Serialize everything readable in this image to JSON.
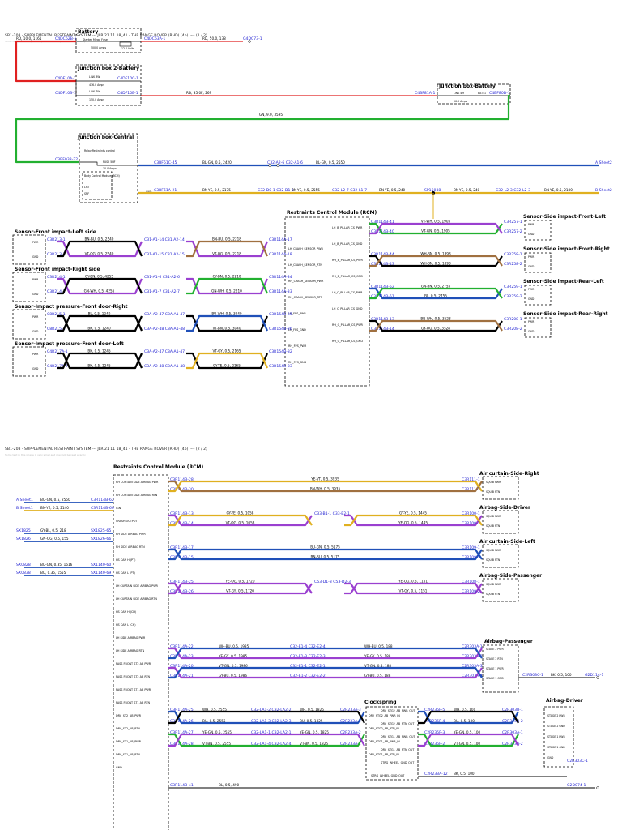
{
  "header_page1": "SB1-208 - SUPPLEMENTAL RESTRAINT SYSTEM --- JLR 21 11 18_41 - THE RANGE ROVER (RHD) (4b) ---- (1 / 2)",
  "header_page2": "SB1-208 - SUPPLEMENTAL RESTRAINT SYSTEM --- JLR 21 11 18_41 - THE RANGE ROVER (RHD) (4b) ---- (2 / 2)",
  "sub_header": "Some text in this image is very small and may not be read exactly",
  "colors": {
    "red": "#e02020",
    "green": "#22b030",
    "blue": "#2050b8",
    "yellow": "#e0b020",
    "purple": "#9a40d0",
    "brown": "#a07040",
    "black": "#000000",
    "accent_pin": "#1a1ad0",
    "border": "#000000"
  },
  "page1": {
    "battery": {
      "title": "Battery",
      "fuse_label": "Starter Mega Fuse",
      "fuse_rating": "500.0 Amps",
      "volts": "12.0 Volts",
      "pin_left": "C4DC62B-1",
      "pin_right": "C4DC63A-1",
      "wire_left": "RD, 10.0, 1161",
      "wire_right": "RD, 50.0, 138",
      "end_pin": "G4DC73-1"
    },
    "jb2": {
      "title": "Junction box 2-Battery",
      "link1": "LINK 3W",
      "link1_rating": "416.0 Amps",
      "link2": "LINK 7W",
      "link2_rating": "150.0 Amps",
      "pin_a": "C4DF10A-1",
      "pin_b": "C4DF10C-1",
      "pin_c": "C4DF10B-1",
      "pin_d": "C4DF10E-1",
      "wire": "RD, 35.0F, 269"
    },
    "jbb": {
      "title": "Junction box-Battery",
      "pin_in": "C4BF81A-1",
      "link": "LINK 4M",
      "rating": "56.0 Amps",
      "batt": "BATT1",
      "pin_out": "C4BF80D-1",
      "wire_green": "GN, 9.0, 3595"
    },
    "jbc": {
      "title": "Junction box-Central",
      "relay": "Relay-Restraints control",
      "pin_in": "C3BF033-22",
      "fuse": "FUSE 5HF",
      "fuse_rating": "10.0 Amps",
      "bcm": "Body Control Module (BCM)",
      "bcm_ls3": "LS3",
      "bcm_snf": "SNF",
      "bcm_gnd": "GND",
      "pin_out1": "C3BF61C-45",
      "pin_out2": "C3BF61A-21",
      "wire_blue1": "BL-GN, 0.5, 2420",
      "wire_blue2": "BL-GN, 0.5, 2550",
      "blue_mid": "C32-A2-6 C32-A1-6",
      "wire_yel1": "BN-YE, 0.5, 2175",
      "wire_yel2": "BN-YE, 0.5, 2555",
      "wire_yel3": "BN-YE, 0.5, 240",
      "wire_yel4": "BN-YE, 0.5, 2180",
      "yel_c1": "C32-D0-1 C32-D1-1",
      "yel_c2": "C32-L2-7 C32-L1-7",
      "splice": "SP15038",
      "yel_c3": "C32-L2-3 C32-L2-3",
      "sheet_a": "A Sheet2",
      "sheet_b": "B Sheet2"
    },
    "rcm": {
      "title": "Restraints Control Module (RCM)",
      "pins_left": [
        "LH_CRASH_SENSOR_PWR",
        "LH_CRASH_SENSOR_RTN",
        "RH_CRASH_SENSOR_PWR",
        "RH_CRASH_SENSOR_RTN",
        "LH_FPS_PWR",
        "LH_FPS_GND",
        "RH_FPS_PWR",
        "RH_FPS_GND"
      ],
      "pins_right": [
        "LH_B_PILLAR_CS_PWR",
        "LH_B_PILLAR_CS_GND",
        "RH_B_PILLAR_CS_PWR",
        "RH_B_PILLAR_CS_GND",
        "LH_C_PILLAR_CS_PWR",
        "LH_C_PILLAR_CS_GND",
        "RH_C_PILLAR_CS_PWR",
        "RH_C_PILLAR_CS_GND"
      ]
    },
    "left_sensors": [
      {
        "title": "Sensor-Front impact-Left side",
        "p1": "PWR",
        "p2": "GND",
        "c1": "C3R213-1",
        "c2": "C3R213-2",
        "w1": "BN-BU, 0.5, 2540",
        "w2": "VT-OG, 0.5, 2540",
        "m1": "C31-A1-14 C31-A2-14",
        "m2": "C31-A1-15 C31-A2-15",
        "w3": "BN-BU, 0.5, 2218",
        "w4": "VT-OG, 0.5, 2218",
        "r1": "C3R114A-17",
        "r2": "C3R114A-18"
      },
      {
        "title": "Sensor-Front impact-Right side",
        "p1": "PWR",
        "p2": "GND",
        "c1": "C3R214-1",
        "c2": "C3R214-2",
        "w1": "GY-BN, 0.5, 4255",
        "w2": "GN-WH, 0.5, 4255",
        "m1": "C31-A1-6 C31-A2-6",
        "m2": "C31-A1-7 C31-A2-7",
        "w3": "GY-BN, 0.5, 2210",
        "w4": "GN-WH, 0.5, 2210",
        "r1": "C3R114A-34",
        "r2": "C3R114A-33"
      },
      {
        "title": "Sensor-Impact pressure-Front door-Right",
        "p1": "PWR",
        "p2": "GND",
        "c1": "C8R215-1",
        "c2": "C8R215-2",
        "w1": "BL, 0.5, 1240",
        "w2": "BK, 0.5, 1240",
        "m1": "C3A-A2-47 C3A-A1-47",
        "m2": "C3A-A2-48 C3A-A1-48",
        "w3": "BU-WH, 0.5, 3040",
        "w4": "VT-BN, 0.5, 3040",
        "r1": "C3R154B-35",
        "r2": "C3R154B-36"
      },
      {
        "title": "Sensor-Impact pressure-Front door-Left",
        "p1": "PWR",
        "p2": "GND",
        "c1": "C4R217A-1",
        "c2": "C4R217A-2",
        "w1": "BK, 0.5, 1245",
        "w2": "BK, 0.5, 1245",
        "m1": "C3A-A2-47 C3A-A1-47",
        "m2": "C3A-A2-48 C3A-A1-48",
        "w3": "VT-GY, 0.5, 2165",
        "w4": "GY-YE, 0.5, 2165",
        "r1": "C3R154B-32",
        "r2": "C3R154B-33"
      }
    ],
    "right_sensors": [
      {
        "title": "Sensor-Side impact-Front-Left",
        "p1": "PWR",
        "p2": "GND",
        "l1": "C3R114B-41",
        "l2": "C3R114B-40",
        "w1": "VT-WH, 0.5, 1905",
        "w2": "VT-GN, 0.5, 1905",
        "c1": "C3R257-1",
        "c2": "C3R257-2"
      },
      {
        "title": "Sensor-Side impact-Front-Right",
        "p1": "PWR",
        "p2": "GND",
        "l1": "C3R114B-44",
        "l2": "C3R114B-43",
        "w1": "WH-BN, 0.5, 1898",
        "w2": "WH-BN, 0.5, 1898",
        "c1": "C3R258-1",
        "c2": "C3R258-2"
      },
      {
        "title": "Sensor-Side impact-Rear-Left",
        "p1": "PWR",
        "p2": "GND",
        "l1": "C3R114B-52",
        "l2": "C3R114B-51",
        "w1": "GN-BN, 0.5, 2755",
        "w2": "BL, 0.5, 2755",
        "c1": "C3R259-1",
        "c2": "C3R259-2"
      },
      {
        "title": "Sensor-Side impact-Rear-Right",
        "p1": "PWR",
        "p2": "GND",
        "l1": "C3R114B-13",
        "l2": "C3R114B-14",
        "w1": "BN-WH, 0.5, 3528",
        "w2": "GY-OG, 0.5, 3528",
        "c1": "C3R208-1",
        "c2": "C3R208-2"
      }
    ]
  },
  "page2": {
    "rcm": {
      "title": "Restraints Control Module (RCM)",
      "pins": [
        "RH CURTAIN SIDE AIRBAG PWR",
        "RH CURTAIN SIDE AIRBAG RTN",
        "IGN",
        "CRASH OUTPUT",
        "RH SIDE AIRBAG PWR",
        "RH SIDE AIRBAG RTN",
        "HS CAN H (PT)",
        "HS CAN L (PT)",
        "LH CURTAIN SIDE AIRBAG PWR",
        "LH CURTAIN SIDE AIRBAG RTN",
        "HS CAN H (CH)",
        "HS CAN L (CH)",
        "LH SIDE AIRBAG PWR",
        "LH SIDE AIRBAG RTN",
        "PASS FRONT ST2 AB PWR",
        "PASS FRONT ST2 AB RTN",
        "PASS FRONT ST1 AB PWR",
        "PASS FRONT ST1 AB RTN",
        "DRV_ST2_AB_PWR",
        "DRV_ST2_AB_RTN",
        "DRV_ST1_AB_PWR",
        "DRV_ST1_AB_RTN",
        "GND"
      ]
    },
    "inputs": [
      {
        "sheet": "A Sheet1",
        "wire": "BU-GN, 0.5, 2550",
        "pin": "C3R114B-62",
        "color": "blue"
      },
      {
        "sheet": "B Sheet1",
        "wire": "BN-YE, 0.5, 2140",
        "pin": "C3R114B-60",
        "color": "yellow"
      },
      {
        "sheet": "SX1825",
        "wire": "GY-BL, 0.5, 218",
        "pin": "SX1825-65",
        "color": "blue"
      },
      {
        "sheet": "SX1826",
        "wire": "GN-OG, 0.5, 155",
        "pin": "SX1826-66",
        "color": "blue"
      },
      {
        "sheet": "SX0828",
        "wire": "BU-GN, 0.35, 1616",
        "pin": "SX1140-60",
        "color": "blue"
      },
      {
        "sheet": "SX0838",
        "wire": "BU, 0.35, 1555",
        "pin": "SX1140-69",
        "color": "blue"
      }
    ],
    "airbags": [
      {
        "title": "Air curtain-Side-Right",
        "l1": "C3R114B-28",
        "l2": "C3R114B-30",
        "w1": "YE-VT, 0.5, 3935",
        "w2": "BN-WH, 0.5, 3935",
        "c1": "C3R111-1",
        "c2": "C3R111-2",
        "p1": "SQUIB PWR",
        "p2": "SQUIB RTN"
      },
      {
        "title": "Airbag-Side-Driver",
        "l1": "C3R114B-13",
        "l2": "C3R114B-14",
        "w1": "GY-YE, 0.5, 1058",
        "w2": "VT-OG, 0.5, 1058",
        "m": "C33-B1-1 C33-B2-1",
        "w3": "GY-YE, 0.5, 1445",
        "w4": "YE-OG, 0.5, 1445",
        "c1": "C3R100-1",
        "c2": "C3R100-2",
        "p1": "SQUIB PWR",
        "p2": "SQUIB RTN"
      },
      {
        "title": "Air curtain-Side-Left",
        "l1": "C3R114B-17",
        "l2": "C3R114B-15",
        "w1": "BU-GN, 0.5, 5175",
        "w2": "BN-BU, 0.5, 5175",
        "c1": "C3R109-1",
        "c2": "C3R109-2",
        "p1": "SQUIB PWR",
        "p2": "SQUIB RTN"
      },
      {
        "title": "Airbag-Side-Passenger",
        "l1": "C3R114B-25",
        "l2": "C3R114B-26",
        "w1": "YE-OG, 0.5, 1720",
        "w2": "VT-GY, 0.5, 1720",
        "m": "C53-D1-3 C53-D2-3",
        "w3": "YE-OG, 0.5, 1151",
        "w4": "VT-GY, 0.5, 1151",
        "c1": "C3R108-1",
        "c2": "C3R108-2",
        "p1": "SQUIB PWR",
        "p2": "SQUIB RTN"
      }
    ],
    "passenger_airbag": {
      "title": "Airbag-Passenger",
      "rows": [
        {
          "l": "C3R114A-22",
          "w1": "WH-BU, 0.5, 1985",
          "m": "C32-E1-4 C32-E2-4",
          "w2": "WH-BU, 0.5, 188",
          "c": "C2R303A-1"
        },
        {
          "l": "C3R114A-23",
          "w1": "YE-GY, 0.5, 1985",
          "m": "C32-E1-3 C32-E2-3",
          "w2": "YE-GY, 0.5, 188",
          "c": "C2R303A-2"
        },
        {
          "l": "C3R114A-20",
          "w1": "VT-GN, 0.5, 1986",
          "m": "C32-E1-1 C32-E2-1",
          "w2": "VT-GN, 0.5, 188",
          "c": "C2R303A-3"
        },
        {
          "l": "C3R114A-21",
          "w1": "GY-BU, 0.5, 1986",
          "m": "C32-E1-2 C32-E2-2",
          "w2": "GY-BU, 0.5, 188",
          "c": "C2R303A-4"
        }
      ],
      "pins": [
        "STAGE 2 PWR",
        "STAGE 2 RTN",
        "STAGE 1 PWR",
        "STAGE 1 GND"
      ],
      "gnd_pin": "C2R303C-1",
      "gnd_wire": "BK, 0.5, 100",
      "gnd_end": "G2D114-1"
    },
    "clockspring": {
      "title": "Clockspring",
      "left_pins": [
        "DRV_STG2_AB_PWR_IN",
        "DRV_STG2_AB_RTN_IN",
        "DRV_STG1_AB_PWR_IN",
        "DRV_STG1_AB_RTN_IN"
      ],
      "right_pins": [
        "DRV_STG2_AB_PWR_OUT",
        "DRV_STG2_AB_RTN_OUT",
        "DRV_STG1_AB_PWR_OUT",
        "DRV_STG1_AB_RTN_OUT",
        "STRG_WHEEL_GND_OUT"
      ],
      "rows": [
        {
          "l": "C3R114A-25",
          "w1": "WH, 0.5, 2555",
          "m": "C32-LA1-2 C32-LA2-2",
          "w2": "WH, 0.5, 1825",
          "r": "C2R233A-3",
          "o": "C2R235P-5",
          "w3": "WH, 0.5, 100",
          "c": "C2R303B-1"
        },
        {
          "l": "C3R114A-26",
          "w1": "BU, 0.5, 2555",
          "m": "C32-LA1-3 C32-LA2-3",
          "w2": "BU, 0.5, 1825",
          "r": "C2R233A-4",
          "o": "C2R235P-4",
          "w3": "BU, 0.5, 100",
          "c": "C2R303B-2"
        },
        {
          "l": "C3R114A-27",
          "w1": "YE-GN, 0.5, 2555",
          "m": "C32-LA1-1 C32-LA2-1",
          "w2": "YE-GN, 0.5, 1825",
          "r": "C2R233A-2",
          "o": "C2R235P-3",
          "w3": "YE-GN, 0.5, 100",
          "c": "C2R303A-1"
        },
        {
          "l": "C3R114A-28",
          "w1": "VT-BN, 0.5, 2555",
          "m": "C32-LA1-4 C32-LA2-4",
          "w2": "VT-BN, 0.5, 1825",
          "r": "C2R233A-1",
          "o": "C2R235P-2",
          "w3": "VT-GN, 0.5, 100",
          "c": "C2R303A-2"
        }
      ],
      "gnd_pin": "C2R233A-12",
      "gnd_wire": "BK, 0.5, 100",
      "gnd_end": "C2R303C-1"
    },
    "driver_airbag": {
      "title": "Airbag-Driver",
      "pins": [
        "STAGE 2 PWR",
        "STAGE 2 GND",
        "STAGE 1 PWR",
        "STAGE 1 GND",
        "GND"
      ]
    },
    "rcm_gnd": {
      "pin": "C3R114B-41",
      "wire": "BL, 0.5, 490",
      "end": "G2D074-1"
    }
  }
}
